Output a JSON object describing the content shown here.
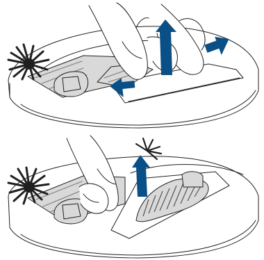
{
  "figure": {
    "steps": [
      {
        "icons": [
          "robot-vacuum",
          "side-brush",
          "release-button",
          "lift-arrow",
          "press-arrow"
        ]
      },
      {
        "icons": [
          "robot-vacuum",
          "side-brush",
          "main-brush",
          "lift-arrow"
        ]
      }
    ],
    "colors": {
      "arrow": "#0a4f86",
      "outline": "#1f1f1f",
      "shade": "#d9d9d9"
    }
  }
}
